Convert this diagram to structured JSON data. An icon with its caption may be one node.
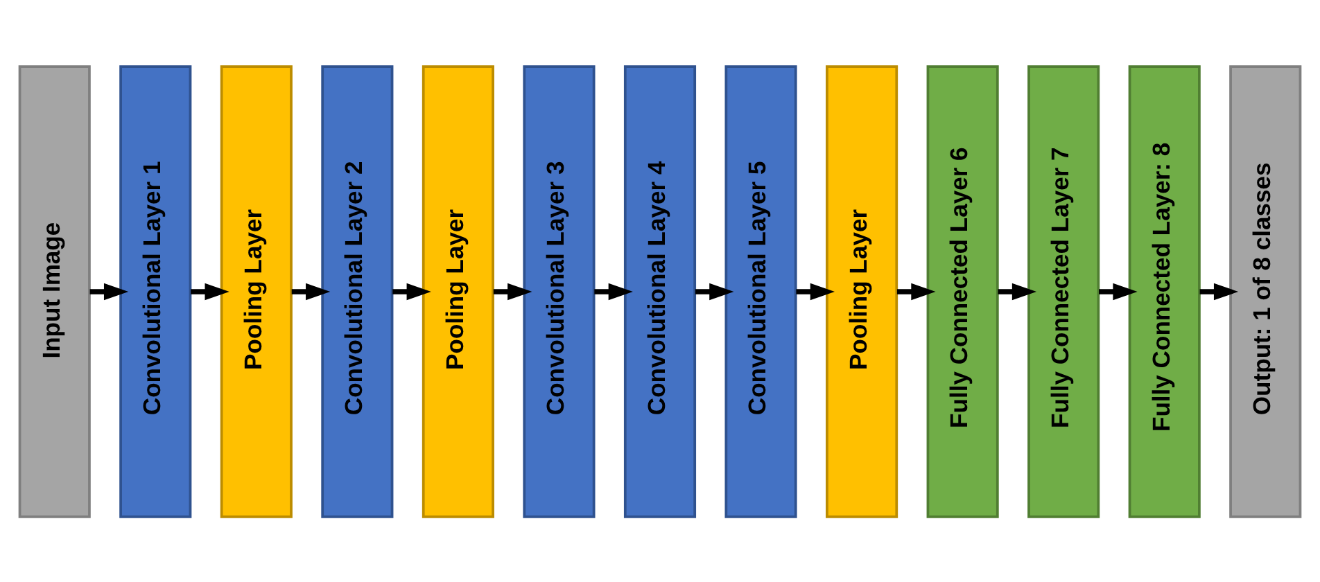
{
  "diagram": {
    "nodes": [
      {
        "text": [
          "Input Image"
        ]
      },
      {
        "text": [
          "Convolutional Layer 1"
        ]
      },
      {
        "text": [
          "Pooling Layer"
        ]
      },
      {
        "text": [
          "Convolutional Layer 2"
        ]
      },
      {
        "text": [
          "Pooling Layer"
        ]
      },
      {
        "text": [
          "Convolutional Layer 3"
        ]
      },
      {
        "text": [
          "Convolutional Layer 4"
        ]
      },
      {
        "text": [
          "Convolutional Layer 5"
        ]
      },
      {
        "text": [
          "Pooling Layer"
        ]
      },
      {
        "text": [
          "Fully Connected Layer 6"
        ]
      },
      {
        "text": [
          "Fully Connected Layer 7"
        ]
      },
      {
        "text": [
          "Fully Connected Layer: 8"
        ]
      },
      {
        "text": [
          "Output: 1 of 8 classes"
        ]
      }
    ],
    "edges": [
      {
        "from": 0,
        "to": 1,
        "arrow": "to"
      },
      {
        "from": 1,
        "to": 2,
        "arrow": "to"
      },
      {
        "from": 2,
        "to": 3,
        "arrow": "to"
      },
      {
        "from": 3,
        "to": 4,
        "arrow": "to"
      },
      {
        "from": 4,
        "to": 5,
        "arrow": "to"
      },
      {
        "from": 5,
        "to": 6,
        "arrow": "to"
      },
      {
        "from": 6,
        "to": 7,
        "arrow": "to"
      },
      {
        "from": 7,
        "to": 8,
        "arrow": "to"
      },
      {
        "from": 8,
        "to": 9,
        "arrow": "to"
      },
      {
        "from": 9,
        "to": 10,
        "arrow": "to"
      },
      {
        "from": 10,
        "to": 11,
        "arrow": "to"
      },
      {
        "from": 11,
        "to": 12,
        "arrow": "to"
      }
    ]
  }
}
